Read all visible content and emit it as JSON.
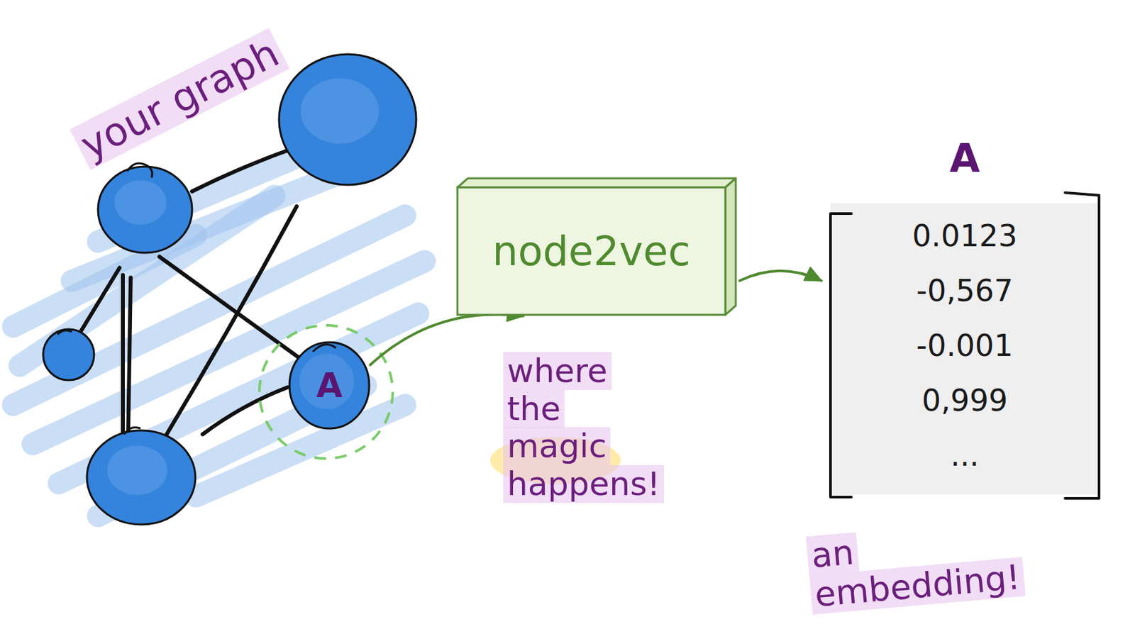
{
  "diagram": {
    "nodes": [
      {
        "text": [
          "A"
        ]
      },
      {
        "text": [
          "node2vec"
        ]
      },
      {
        "text": [
          "A",
          "0.0123",
          "-0,567",
          "-0.001",
          "0,999",
          "..."
        ]
      }
    ],
    "edges": [
      {
        "from": 0,
        "to": 1,
        "arrow": "to"
      },
      {
        "from": 1,
        "to": 2,
        "arrow": "to"
      }
    ],
    "labels": [
      "your graph",
      "where the magic happens!",
      "an embedding!"
    ]
  }
}
